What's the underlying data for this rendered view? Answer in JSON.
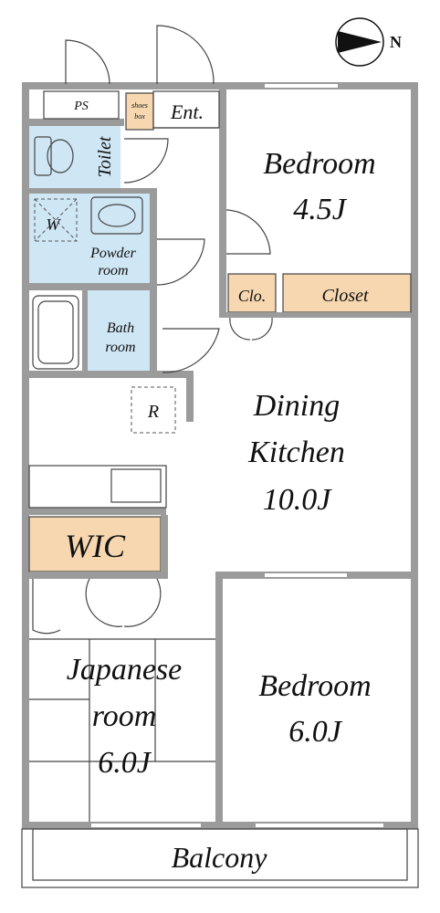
{
  "compass": {
    "label": "N"
  },
  "colors": {
    "wall": "#9b9b9b",
    "wet_area": "#cfe6f5",
    "storage": "#f6d7b0",
    "line": "#444444"
  },
  "rooms": {
    "ps": "PS",
    "shoes_box_1": "shoes",
    "shoes_box_2": "box",
    "entrance": "Ent.",
    "toilet": "Toilet",
    "washer": "W",
    "powder_room_1": "Powder",
    "powder_room_2": "room",
    "bath_room_1": "Bath",
    "bath_room_2": "room",
    "bedroom_north_1": "Bedroom",
    "bedroom_north_2": "4.5J",
    "closet_small": "Clo.",
    "closet": "Closet",
    "refrigerator": "R",
    "dining_kitchen_1": "Dining",
    "dining_kitchen_2": "Kitchen",
    "dining_kitchen_3": "10.0J",
    "wic": "WIC",
    "japanese_room_1": "Japanese",
    "japanese_room_2": "room",
    "japanese_room_3": "6.0J",
    "bedroom_south_1": "Bedroom",
    "bedroom_south_2": "6.0J",
    "balcony": "Balcony"
  }
}
